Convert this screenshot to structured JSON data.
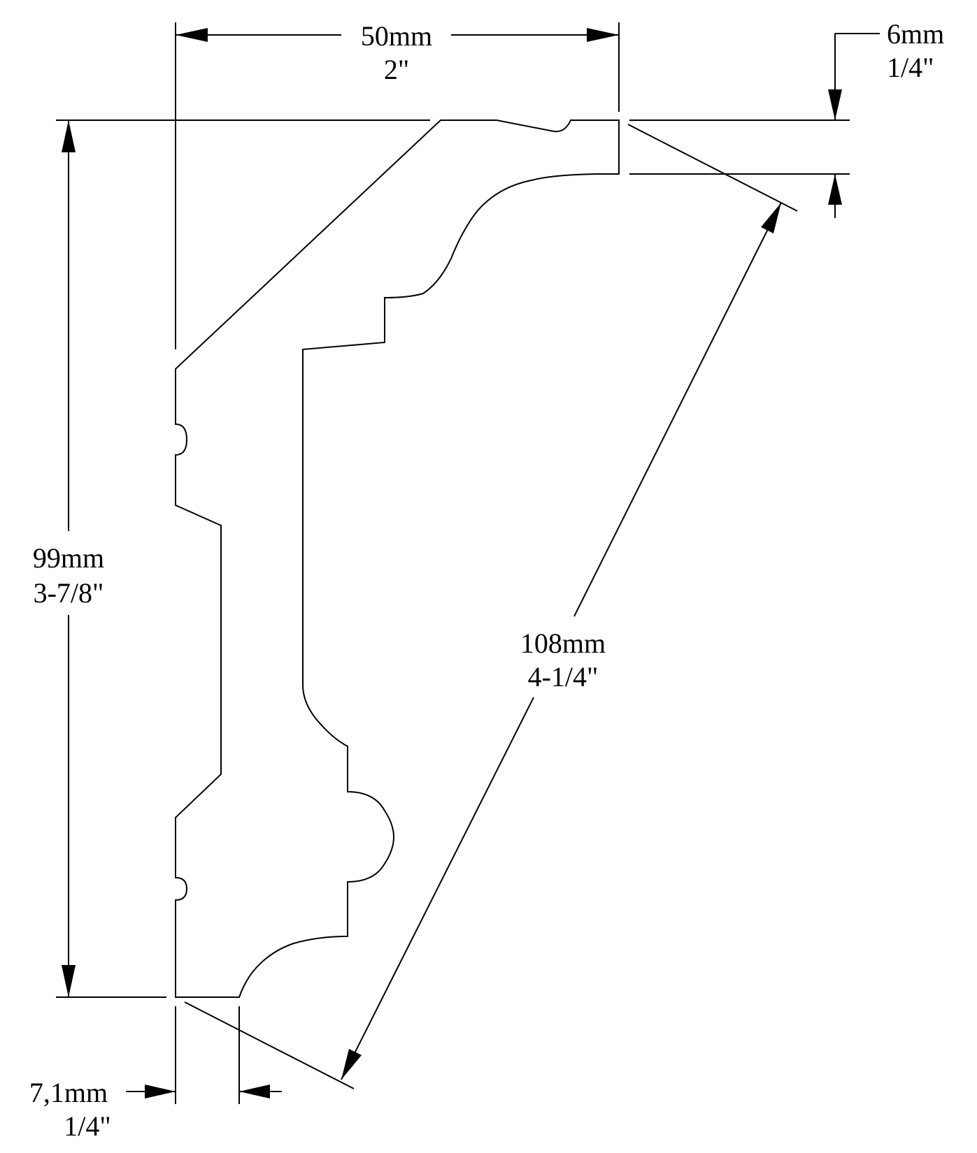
{
  "dimensions": {
    "width_top": {
      "metric": "50mm",
      "imperial": "2\""
    },
    "top_offset": {
      "metric": "6mm",
      "imperial": "1/4\""
    },
    "height": {
      "metric": "99mm",
      "imperial": "3-7/8\""
    },
    "diagonal": {
      "metric": "108mm",
      "imperial": "4-1/4\""
    },
    "bottom_offset": {
      "metric": "7,1mm",
      "imperial": "1/4\""
    }
  }
}
